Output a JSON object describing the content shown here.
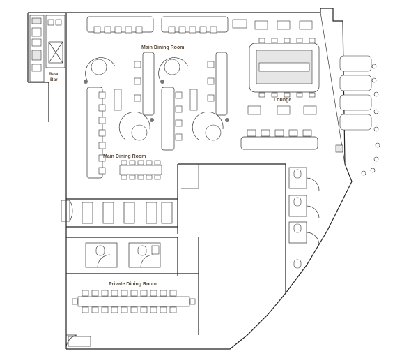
{
  "labels": {
    "raw_bar_1": "Raw",
    "raw_bar_2": "Bar",
    "main_dining_top": "Main Dining Room",
    "main_dining_bottom": "Main Dining Room",
    "lounge": "Lounge",
    "private_dining": "Private Dining Room"
  },
  "colors": {
    "label_text": "#5a4a3a",
    "walls": "#222222",
    "background": "#ffffff"
  }
}
